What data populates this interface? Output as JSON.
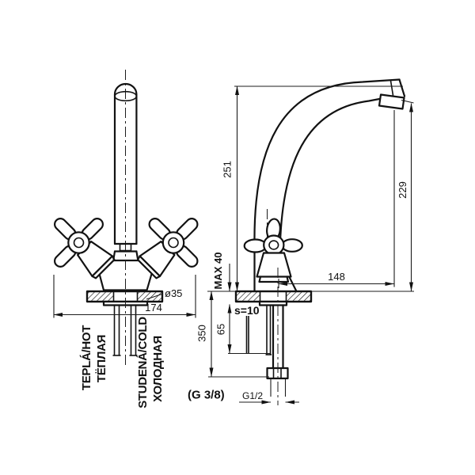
{
  "front": {
    "dim_width": "174",
    "dim_base_dia": "ø35",
    "label_hot": "TEPLÁ/HOT",
    "label_hot_ru": "ТЁПЛАЯ",
    "label_cold": "STUDENÁ/COLD",
    "label_cold_ru": "ХОЛОДНАЯ"
  },
  "side": {
    "dim_height": "251",
    "dim_spout_height": "229",
    "dim_reach": "148",
    "dim_max_deck": "MAX 40",
    "dim_plate_thickness": "s=10",
    "dim_under_deck": "65",
    "dim_hose_length": "350",
    "thread_hose": "(G 3/8)",
    "thread_shank": "G1/2"
  },
  "colors": {
    "line": "#121212",
    "background": "#ffffff"
  }
}
